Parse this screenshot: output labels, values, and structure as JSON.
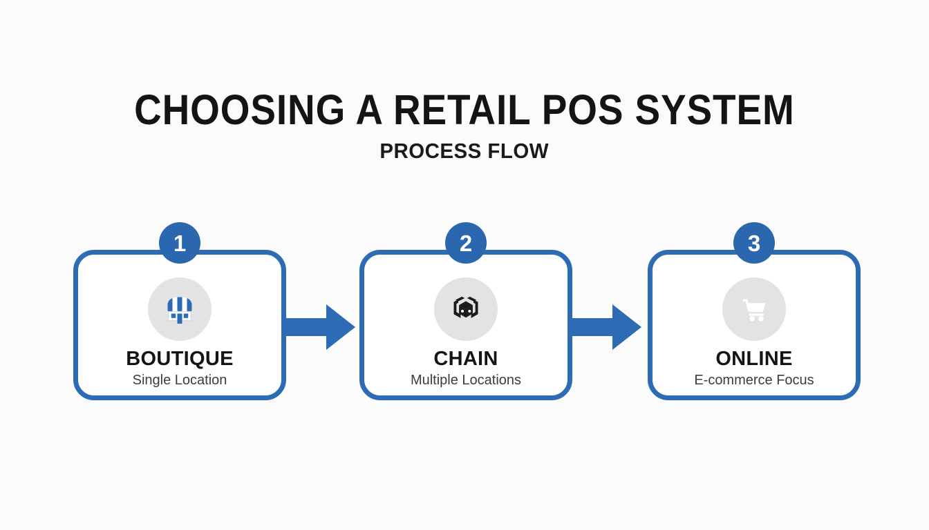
{
  "colors": {
    "accent": "#2d6cb4",
    "badge": "#2a67ae",
    "icon_circle": "#e3e3e5",
    "background": "#fbfbfb",
    "box_bg": "#ffffff",
    "title_color": "#141414",
    "desc_color": "#3c3c3c"
  },
  "header": {
    "title": "CHOOSING A RETAIL POS SYSTEM",
    "subtitle": "PROCESS FLOW"
  },
  "steps": [
    {
      "number": "1",
      "label": "BOUTIQUE",
      "description": "Single Location",
      "icon": "storefront-icon"
    },
    {
      "number": "2",
      "label": "CHAIN",
      "description": "Multiple Locations",
      "icon": "chain-stores-icon"
    },
    {
      "number": "3",
      "label": "ONLINE",
      "description": "E-commerce Focus",
      "icon": "shopping-cart-icon"
    }
  ],
  "connectors": [
    {
      "type": "arrow-right"
    },
    {
      "type": "arrow-right"
    }
  ]
}
